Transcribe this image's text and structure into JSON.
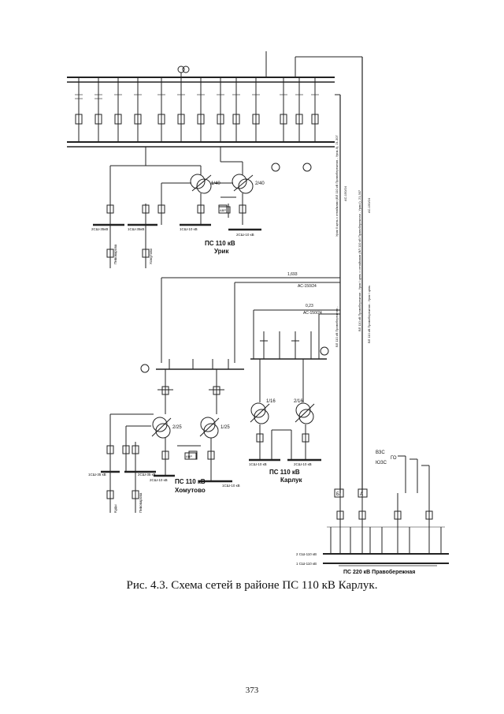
{
  "substations": {
    "urik": {
      "title": "ПС 110 кВ",
      "name": "Урик"
    },
    "khomutovo": {
      "title": "ПС 110 кВ",
      "name": "Хомутово"
    },
    "karluk": {
      "title": "ПС 110 кВ",
      "name": "Карлук"
    },
    "pravoberezhnaya": {
      "title": "ПС 220 кВ Правобережная"
    }
  },
  "transformers": {
    "urik_t1": "1/40",
    "urik_t2": "2/40",
    "khom_t1": "1/25",
    "khom_t2": "2/25",
    "karl_t1": "1/16",
    "karl_t2": "2/16"
  },
  "buses": {
    "urik_2sh35": "2СШ-35кВ",
    "urik_1sh35": "1СШ-35кВ",
    "urik_1sh10": "1СШ-10 кВ",
    "urik_2sh10": "2СШ-10 кВ",
    "khom_1sh35": "1СШ-35 кВ",
    "khom_2sh35": "2СШ-35 кВ",
    "khom_2sh10": "2СШ-10 кВ",
    "khom_1sh10": "1СШ-10 кВ",
    "karl_1sh10": "1СШ-10 кВ",
    "karl_2sh10": "2СШ-10 кВ",
    "prav_2sh110": "2 СШ-110 кВ",
    "prav_1sh110": "1 СШ-110 кВ"
  },
  "feeders": {
    "urik_f1": "Пивоварова",
    "urik_f2": "Хомутово",
    "khom_f1": "Куды",
    "khom_f2": "Пивоварова"
  },
  "lines": {
    "line1_len": "1,693",
    "line1_wire": "АС-150/24",
    "line2_len": "0,23",
    "line2_wire": "АС-150/24",
    "vl1_name": "Урик II цепь с отпайками (ВЛ 110 кВ Правобережная - Урик-II), 21,307",
    "vl1_wire": "АС-150/24",
    "vl2_name": "ВЛ 110 кВ Правобережная - Урик I цепь с отпайками (ВЛ 110 кВ Правобережная - Урик-I), 21,307",
    "vl2_wire": "АС-150/24",
    "vl1b_name": "ВЛ 110 кВ Правобережная -",
    "vl2b_name": "ВЛ 110 кВ Правобережная - Урик I цепь"
  },
  "branches": {
    "vzs": "ВЗС",
    "go": "ГО",
    "yuzs": "ЮЗС"
  },
  "markers": {
    "b": "Б",
    "a": "А"
  },
  "avr": "АВР",
  "caption": "Рис. 4.3. Схема сетей в районе ПС 110 кВ Карлук.",
  "page_number": "373"
}
